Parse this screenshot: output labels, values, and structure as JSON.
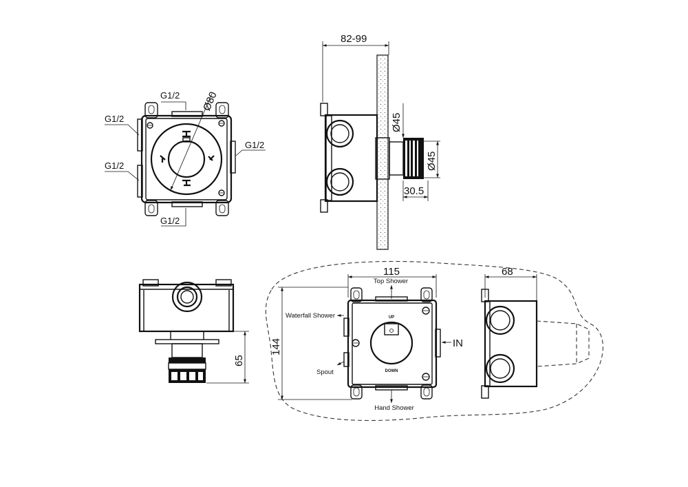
{
  "front_view": {
    "label_top": "G1/2",
    "label_left_upper": "G1/2",
    "label_left_lower": "G1/2",
    "label_right": "G1/2",
    "label_bottom": "G1/2",
    "dia": "Ø80"
  },
  "side_view": {
    "depth": "82-99",
    "dia_upper": "Ø45",
    "dia_lower": "Ø45",
    "len": "30.5"
  },
  "bottom_view": {
    "height": "65"
  },
  "box_front": {
    "width": "115",
    "height": "144",
    "top": "Top Shower",
    "left": "Waterfall Shower",
    "right": "IN",
    "spout": "Spout",
    "bottom": "Hand Shower",
    "up": "UP",
    "down": "DOWN"
  },
  "box_side": {
    "width": "68"
  }
}
